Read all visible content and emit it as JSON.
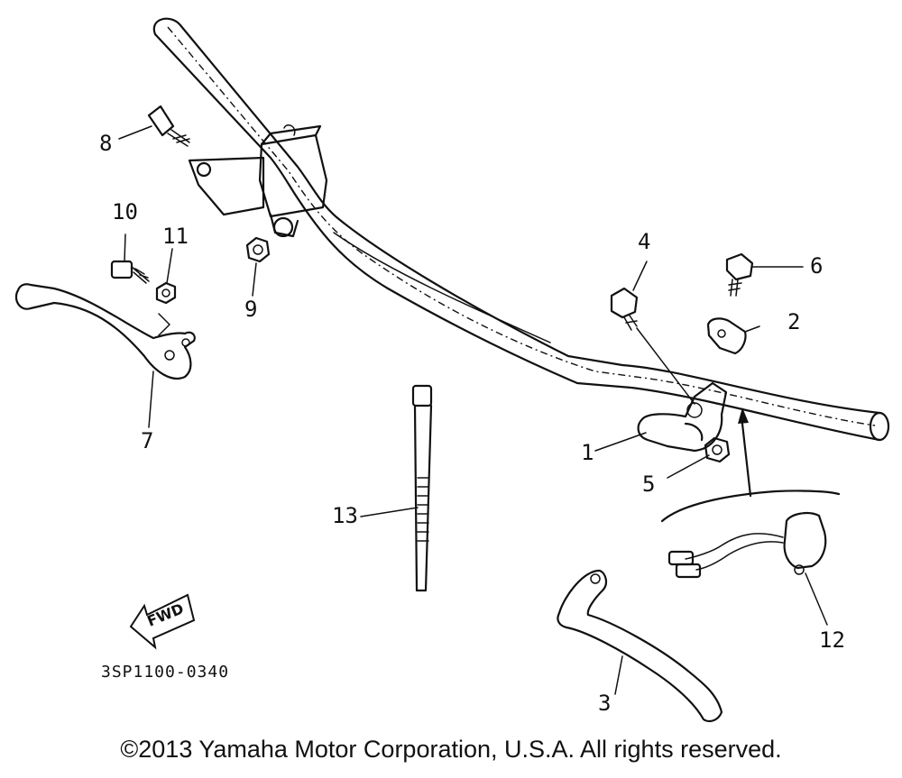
{
  "callouts": {
    "c1": "1",
    "c2": "2",
    "c3": "3",
    "c4": "4",
    "c5": "5",
    "c6": "6",
    "c7": "7",
    "c8": "8",
    "c9": "9",
    "c10": "10",
    "c11": "11",
    "c12": "12",
    "c13": "13"
  },
  "fwd_label": "FWD",
  "diagram_code": "3SP1100-0340",
  "copyright": "©2013 Yamaha Motor Corporation, U.S.A. All rights reserved."
}
